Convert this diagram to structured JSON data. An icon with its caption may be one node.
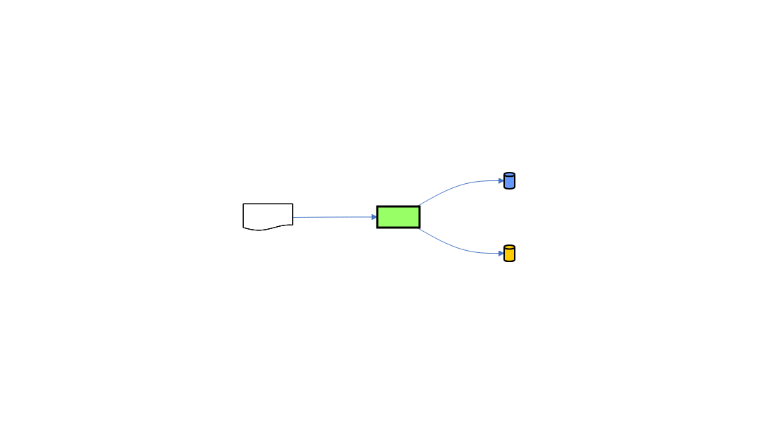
{
  "diagram": {
    "nodes": [
      {
        "text": [],
        "shape": "document"
      },
      {
        "text": [],
        "shape": "box"
      },
      {
        "text": [],
        "shape": "cylinder"
      },
      {
        "text": [],
        "shape": "cylinder"
      }
    ],
    "edges": [
      {
        "from": 0,
        "to": 1,
        "arrow": "to"
      },
      {
        "from": 1,
        "to": 2,
        "arrow": "to"
      },
      {
        "from": 1,
        "to": 3,
        "arrow": "to"
      }
    ]
  }
}
